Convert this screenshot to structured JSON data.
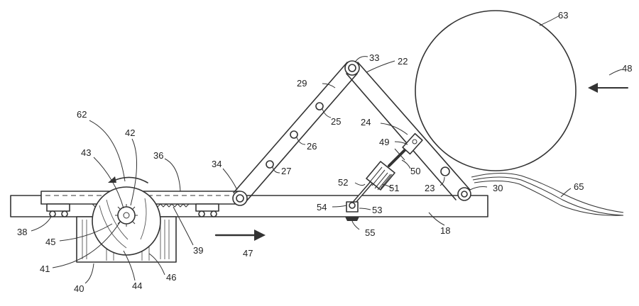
{
  "diagram": {
    "labels": [
      {
        "id": "63",
        "text": "63"
      },
      {
        "id": "48",
        "text": "48"
      },
      {
        "id": "33",
        "text": "33"
      },
      {
        "id": "22",
        "text": "22"
      },
      {
        "id": "29",
        "text": "29"
      },
      {
        "id": "25",
        "text": "25"
      },
      {
        "id": "24",
        "text": "24"
      },
      {
        "id": "26",
        "text": "26"
      },
      {
        "id": "49",
        "text": "49"
      },
      {
        "id": "34",
        "text": "34"
      },
      {
        "id": "27",
        "text": "27"
      },
      {
        "id": "50",
        "text": "50"
      },
      {
        "id": "23",
        "text": "23"
      },
      {
        "id": "30",
        "text": "30"
      },
      {
        "id": "65",
        "text": "65"
      },
      {
        "id": "52",
        "text": "52"
      },
      {
        "id": "51",
        "text": "51"
      },
      {
        "id": "54",
        "text": "54"
      },
      {
        "id": "53",
        "text": "53"
      },
      {
        "id": "55",
        "text": "55"
      },
      {
        "id": "18",
        "text": "18"
      },
      {
        "id": "62",
        "text": "62"
      },
      {
        "id": "42",
        "text": "42"
      },
      {
        "id": "43",
        "text": "43"
      },
      {
        "id": "36",
        "text": "36"
      },
      {
        "id": "38",
        "text": "38"
      },
      {
        "id": "45",
        "text": "45"
      },
      {
        "id": "39",
        "text": "39"
      },
      {
        "id": "47",
        "text": "47"
      },
      {
        "id": "41",
        "text": "41"
      },
      {
        "id": "44",
        "text": "44"
      },
      {
        "id": "46",
        "text": "46"
      },
      {
        "id": "40",
        "text": "40"
      }
    ]
  }
}
